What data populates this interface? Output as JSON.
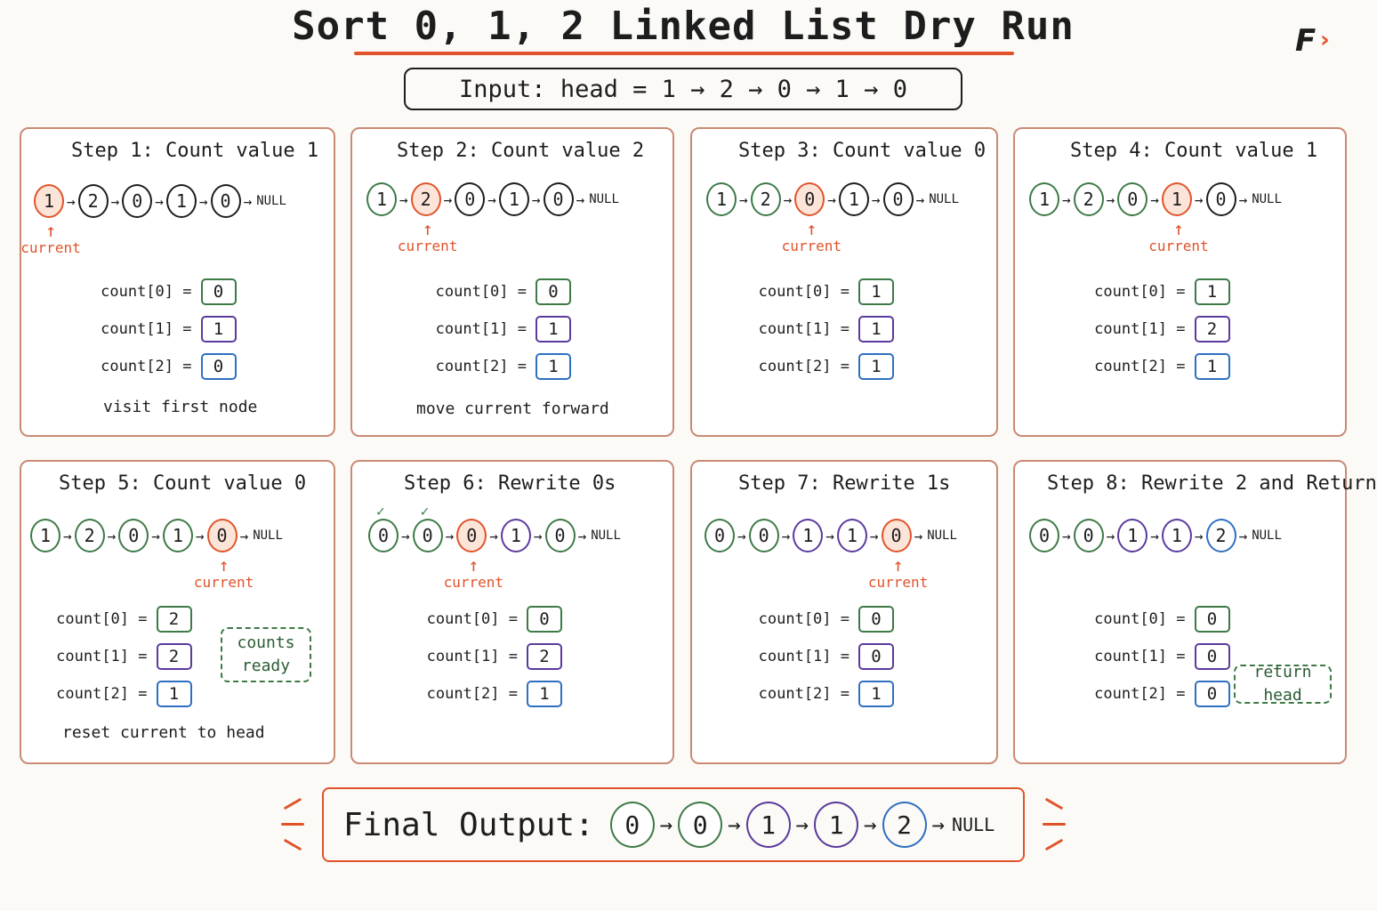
{
  "title": "Sort 0, 1, 2 Linked List Dry Run",
  "logo": "F",
  "input": "Input:  head = 1 → 2 → 0 → 1 → 0",
  "arrow": "→",
  "null_label": "NULL",
  "current_label": "current",
  "up_arrow": "↑",
  "check": "✓",
  "count_labels": [
    "count[0] =",
    "count[1] =",
    "count[2] ="
  ],
  "colors": {
    "accent": "#e0532a",
    "zero": "#3d7a46",
    "one": "#5b3a9c",
    "two": "#2f6fc0",
    "panel_border": "#c98a74"
  },
  "steps": [
    {
      "title": "Step 1: Count value 1",
      "nodes": [
        "1",
        "2",
        "0",
        "1",
        "0"
      ],
      "current": 0,
      "counts": [
        "0",
        "1",
        "0"
      ],
      "note": "visit first node"
    },
    {
      "title": "Step 2: Count value 2",
      "nodes": [
        "1",
        "2",
        "0",
        "1",
        "0"
      ],
      "current": 1,
      "counts": [
        "0",
        "1",
        "1"
      ],
      "note": "move current forward"
    },
    {
      "title": "Step 3: Count value 0",
      "nodes": [
        "1",
        "2",
        "0",
        "1",
        "0"
      ],
      "current": 2,
      "counts": [
        "1",
        "1",
        "1"
      ],
      "note": ""
    },
    {
      "title": "Step 4: Count value 1",
      "nodes": [
        "1",
        "2",
        "0",
        "1",
        "0"
      ],
      "current": 3,
      "counts": [
        "1",
        "2",
        "1"
      ],
      "note": ""
    },
    {
      "title": "Step 5: Count value 0",
      "nodes": [
        "1",
        "2",
        "0",
        "1",
        "0"
      ],
      "current": 4,
      "counts": [
        "2",
        "2",
        "1"
      ],
      "note": "reset current to head",
      "badge": "counts ready"
    },
    {
      "title": "Step 6: Rewrite 0s",
      "nodes": [
        "0",
        "0",
        "0",
        "1",
        "0"
      ],
      "current": 2,
      "counts": [
        "0",
        "2",
        "1"
      ],
      "note": ""
    },
    {
      "title": "Step 7: Rewrite 1s",
      "nodes": [
        "0",
        "0",
        "1",
        "1",
        "0"
      ],
      "current": 4,
      "counts": [
        "0",
        "0",
        "1"
      ],
      "note": ""
    },
    {
      "title": "Step 8: Rewrite 2 and Return",
      "nodes": [
        "0",
        "0",
        "1",
        "1",
        "2"
      ],
      "current": -1,
      "counts": [
        "0",
        "0",
        "0"
      ],
      "note": "",
      "badge": "return head"
    }
  ],
  "final": {
    "label": "Final Output:",
    "nodes": [
      "0",
      "0",
      "1",
      "1",
      "2"
    ]
  }
}
